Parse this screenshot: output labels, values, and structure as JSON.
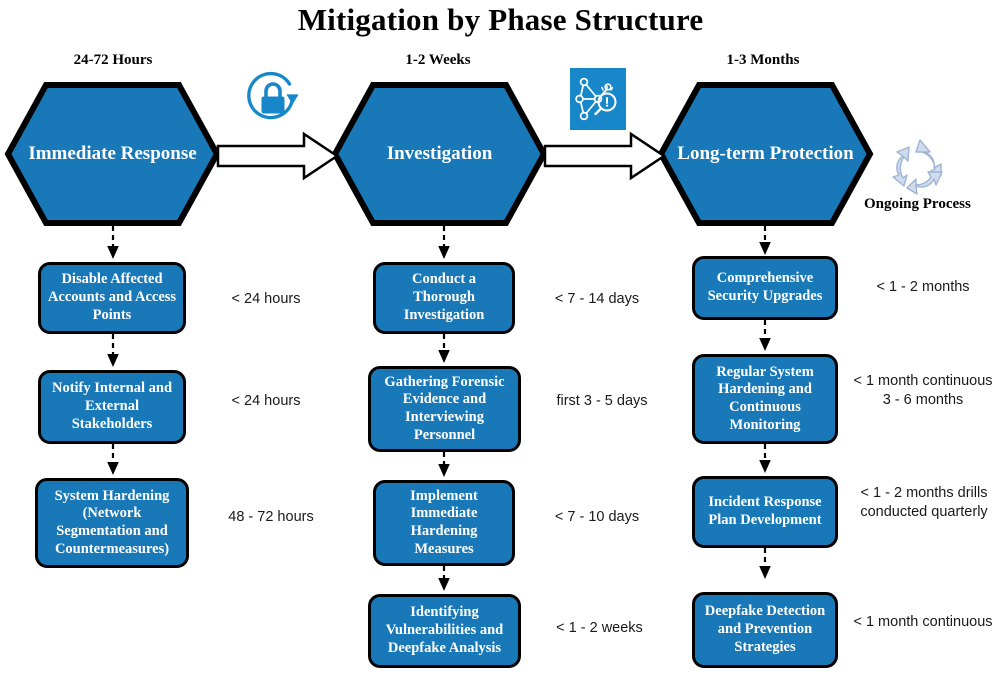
{
  "title": "Mitigation by Phase Structure",
  "colors": {
    "phase_fill": "#1878b8",
    "box_fill": "#1878b8",
    "outline": "#000000",
    "icon_blue": "#1887c9",
    "cycle_icon": "#cfdcee",
    "text_on_fill": "#ffffff",
    "timing_text": "#1a1a1a"
  },
  "phases": [
    {
      "duration_label": "24-72 Hours",
      "name": "Immediate Response",
      "steps": [
        {
          "label": "Disable Affected Accounts and Access Points",
          "timing": "< 24 hours"
        },
        {
          "label": "Notify Internal and External Stakeholders",
          "timing": "< 24 hours"
        },
        {
          "label": "System Hardening (Network Segmentation and Countermeasures)",
          "timing": "48 - 72 hours"
        }
      ]
    },
    {
      "duration_label": "1-2 Weeks",
      "name": "Investigation",
      "steps": [
        {
          "label": "Conduct a Thorough Investigation",
          "timing": "< 7 - 14 days"
        },
        {
          "label": "Gathering Forensic Evidence and Interviewing Personnel",
          "timing": "first 3 - 5 days"
        },
        {
          "label": "Implement Immediate Hardening Measures",
          "timing": "< 7 - 10 days"
        },
        {
          "label": "Identifying Vulnerabilities and Deepfake Analysis",
          "timing": "< 1 - 2 weeks"
        }
      ]
    },
    {
      "duration_label": "1-3 Months",
      "name": "Long-term Protection",
      "steps": [
        {
          "label": "Comprehensive Security Upgrades",
          "timing": "< 1 - 2 months"
        },
        {
          "label": "Regular System Hardening and Continuous Monitoring",
          "timing": "< 1 month continuous 3 - 6 months"
        },
        {
          "label": "Incident Response Plan Development",
          "timing": "< 1 - 2 months drills conducted quarterly"
        },
        {
          "label": "Deepfake Detection and Prevention Strategies",
          "timing": "< 1 month continuous"
        }
      ]
    }
  ],
  "icons": {
    "lock_refresh": "lock-refresh-icon",
    "network_investigation": "network-investigation-icon",
    "recycle_cycle": "recycle-cycle-icon"
  },
  "ongoing_process_label": "Ongoing Process"
}
